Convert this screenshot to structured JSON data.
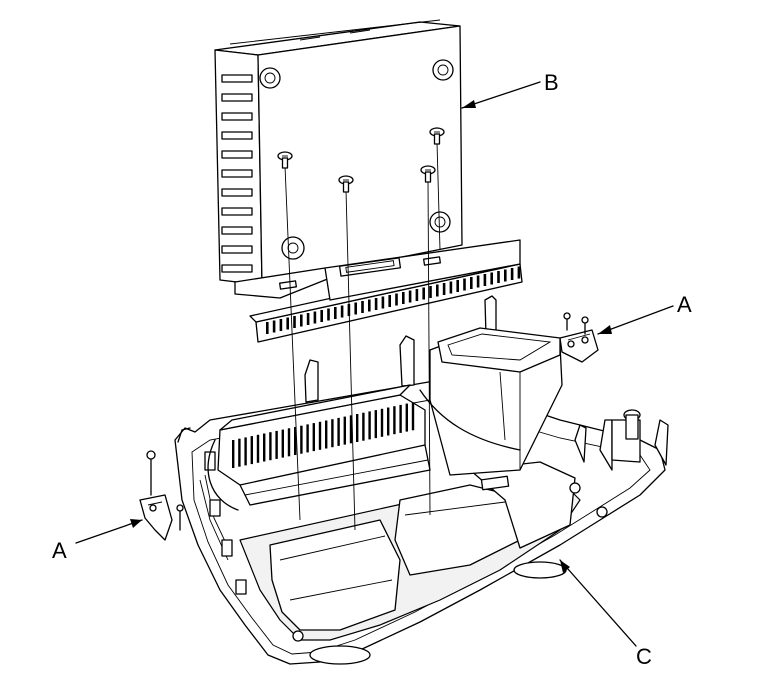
{
  "labels": {
    "a_upper": "A",
    "a_lower": "A",
    "b": "B",
    "c": "C"
  }
}
